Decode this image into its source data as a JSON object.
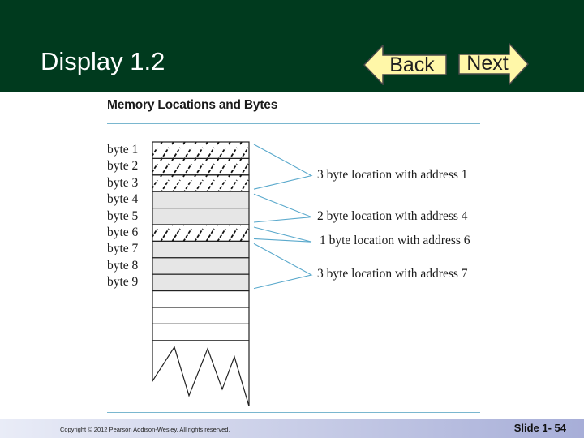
{
  "slide": {
    "title": "Display 1.2",
    "back_label": "Back",
    "next_label": "Next"
  },
  "figure": {
    "title": "Memory Locations and Bytes",
    "bytes": [
      "byte 1",
      "byte 2",
      "byte 3",
      "byte 4",
      "byte 5",
      "byte 6",
      "byte 7",
      "byte 8",
      "byte 9"
    ],
    "locations": [
      {
        "text": "3 byte location with address 1",
        "bytes": [
          1,
          3
        ],
        "fill": "hatched"
      },
      {
        "text": "2 byte location with address 4",
        "bytes": [
          4,
          5
        ],
        "fill": "shaded"
      },
      {
        "text": "1 byte location with address 6",
        "bytes": [
          6,
          6
        ],
        "fill": "hatched"
      },
      {
        "text": "3 byte location with address 7",
        "bytes": [
          7,
          9
        ],
        "fill": "shaded"
      }
    ],
    "empty_cells_below": 3
  },
  "footer": {
    "copyright": "Copyright © 2012 Pearson Addison-Wesley. All rights reserved.",
    "slide_number": "Slide 1- 54"
  },
  "colors": {
    "header_bg": "#003a1e",
    "button_fill": "#fff7a8",
    "button_border": "#4a4a4a",
    "rule": "#7ab7cf",
    "arrow": "#5aa9cc",
    "shaded": "#e6e6e6"
  }
}
